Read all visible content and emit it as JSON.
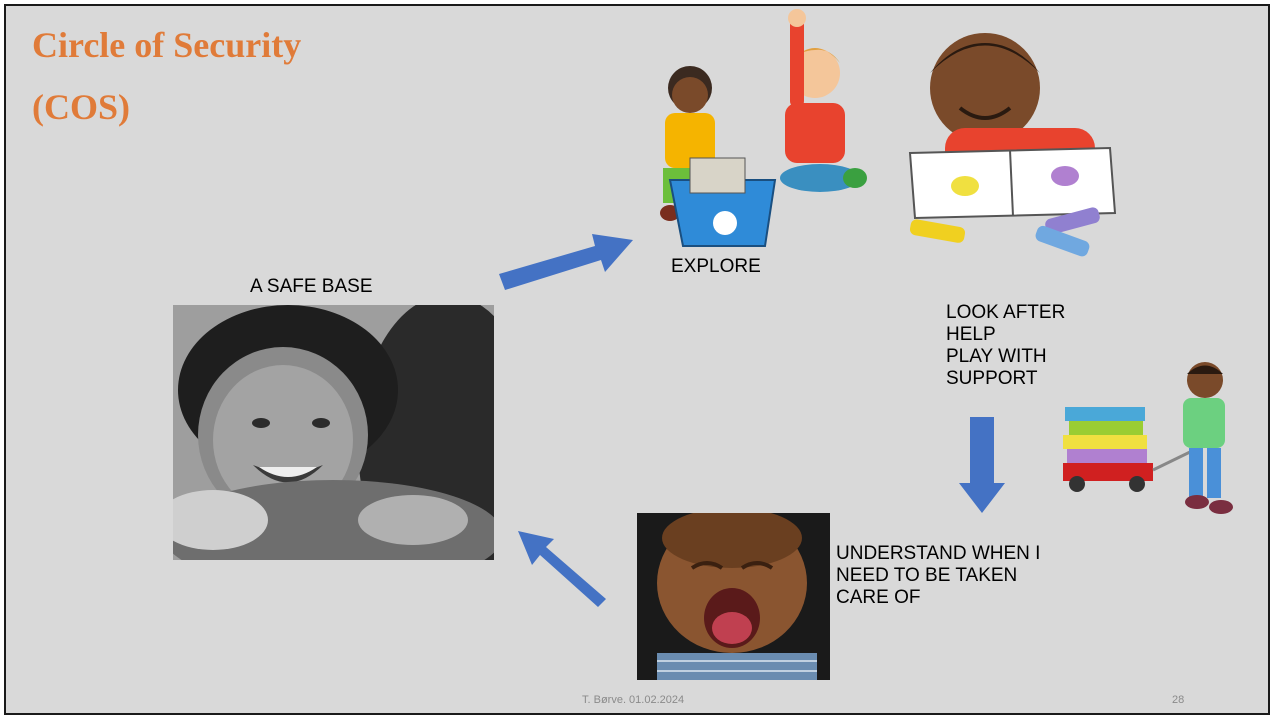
{
  "slide": {
    "title_line1": "Circle of Security",
    "title_line2": "(COS)",
    "safe_base_label": "A SAFE BASE",
    "explore_label": "EXPLORE",
    "support_lines": [
      "LOOK AFTER",
      "HELP",
      "PLAY WITH",
      "SUPPORT"
    ],
    "understand_lines": [
      "UNDERSTAND WHEN I",
      "NEED TO BE TAKEN",
      "CARE OF"
    ],
    "footer_author_date": "T. Børve. 01.02.2024",
    "slide_number": "28"
  },
  "colors": {
    "title": "#e07b39",
    "background": "#d9d9d9",
    "arrow": "#4472c4"
  },
  "icons": {
    "arrow_1": "arrow-up-right-icon",
    "arrow_2": "arrow-down-icon",
    "arrow_3": "arrow-up-left-icon"
  }
}
